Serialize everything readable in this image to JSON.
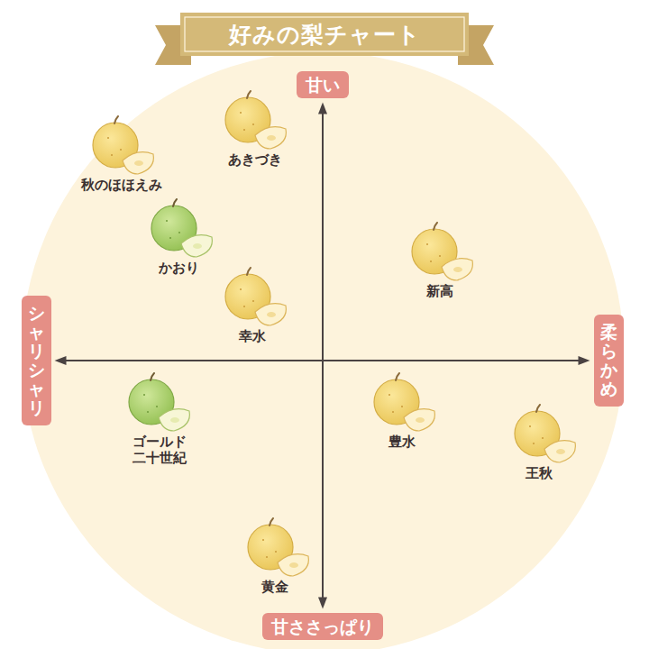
{
  "diagram": {
    "title": "好みの梨チャート",
    "nodes": [
      {
        "text": [
          "甘い"
        ]
      },
      {
        "text": [
          "シャリシャリ"
        ]
      },
      {
        "text": [
          "柔らかめ"
        ]
      },
      {
        "text": [
          "甘ささっぱり"
        ]
      }
    ],
    "edges": [
      {
        "from": 0,
        "to": 3,
        "arrow": "both"
      },
      {
        "from": 1,
        "to": 2,
        "arrow": "both"
      }
    ],
    "labels": [
      "秋のほほえみ",
      "あきづき",
      "かおり",
      "新高",
      "幸水",
      "ゴールド 二十世紀",
      "豊水",
      "王秋",
      "黄金"
    ]
  }
}
